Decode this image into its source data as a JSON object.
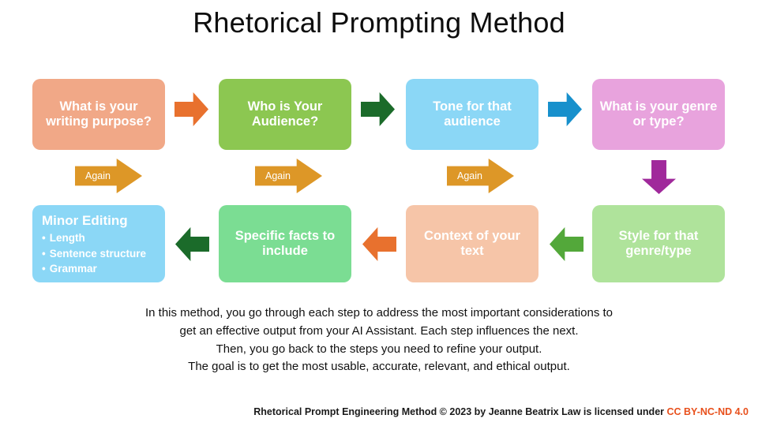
{
  "title": "Rhetorical Prompting Method",
  "diagram": {
    "type": "flowchart",
    "row1": [
      {
        "id": "writing-purpose",
        "label": "What is your writing purpose?",
        "color": "#f1a887"
      },
      {
        "id": "audience",
        "label": "Who is Your Audience?",
        "color": "#8cc751"
      },
      {
        "id": "tone",
        "label": "Tone for that audience",
        "color": "#8bd7f6"
      },
      {
        "id": "genre",
        "label": "What is your genre or type?",
        "color": "#e8a3dd"
      }
    ],
    "row2": [
      {
        "id": "minor-editing",
        "label": "Minor Editing",
        "color": "#8bd7f6",
        "bullets": [
          "Length",
          "Sentence structure",
          "Grammar"
        ]
      },
      {
        "id": "specific-facts",
        "label": "Specific facts to include",
        "color": "#7bdd93"
      },
      {
        "id": "context",
        "label": "Context of your text",
        "color": "#f6c5a8"
      },
      {
        "id": "style",
        "label": "Style for that genre/type",
        "color": "#afe39b"
      }
    ],
    "connectors": [
      {
        "id": "arrow-purpose-to-audience",
        "direction": "right",
        "color": "#e8712e"
      },
      {
        "id": "arrow-audience-to-tone",
        "direction": "right",
        "color": "#1b6b2a"
      },
      {
        "id": "arrow-tone-to-genre",
        "direction": "right",
        "color": "#1790cc"
      },
      {
        "id": "arrow-genre-to-style",
        "direction": "down",
        "color": "#a0299b"
      },
      {
        "id": "arrow-style-to-context",
        "direction": "left",
        "color": "#53a83a"
      },
      {
        "id": "arrow-context-to-facts",
        "direction": "left",
        "color": "#e8712e"
      },
      {
        "id": "arrow-facts-to-editing",
        "direction": "left",
        "color": "#1b6b2a"
      }
    ],
    "loop_arrows": [
      {
        "id": "again-1",
        "label": "Again",
        "color": "#dd9727"
      },
      {
        "id": "again-2",
        "label": "Again",
        "color": "#dd9727"
      },
      {
        "id": "again-3",
        "label": "Again",
        "color": "#dd9727"
      }
    ]
  },
  "description": {
    "lines": [
      "In this method, you go through each step to address the most important considerations to",
      "get an effective output from your AI Assistant. Each step influences the next.",
      "Then, you go back to the steps you need to refine your output.",
      "The goal is to get the most usable, accurate, relevant, and ethical output."
    ]
  },
  "footer": {
    "text": "Rhetorical Prompt Engineering Method © 2023 by Jeanne Beatrix Law is licensed under ",
    "license": "CC BY-NC-ND 4.0",
    "license_color": "#e8501c"
  }
}
